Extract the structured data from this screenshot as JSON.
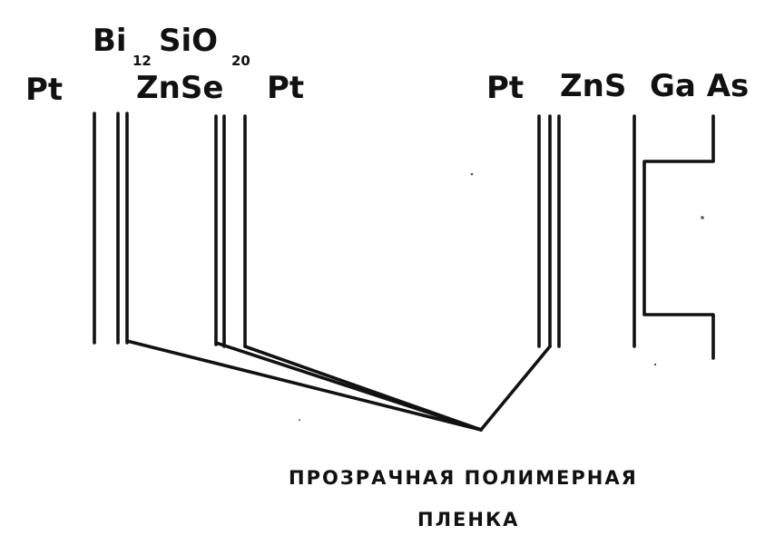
{
  "labels": {
    "pt_left": "Pt",
    "bi_base": "Bi",
    "bi_sub": "12",
    "sio_base": "SiO",
    "sio_sub": "20",
    "znse": "ZnSe",
    "pt_middle": "Pt",
    "pt_right": "Pt",
    "zns": "ZnS",
    "gaas": "Ga As"
  },
  "caption": {
    "line1": "ПРОЗРАЧНАЯ ПОЛИМЕРНАЯ",
    "line2": "ПЛЕНКА"
  }
}
